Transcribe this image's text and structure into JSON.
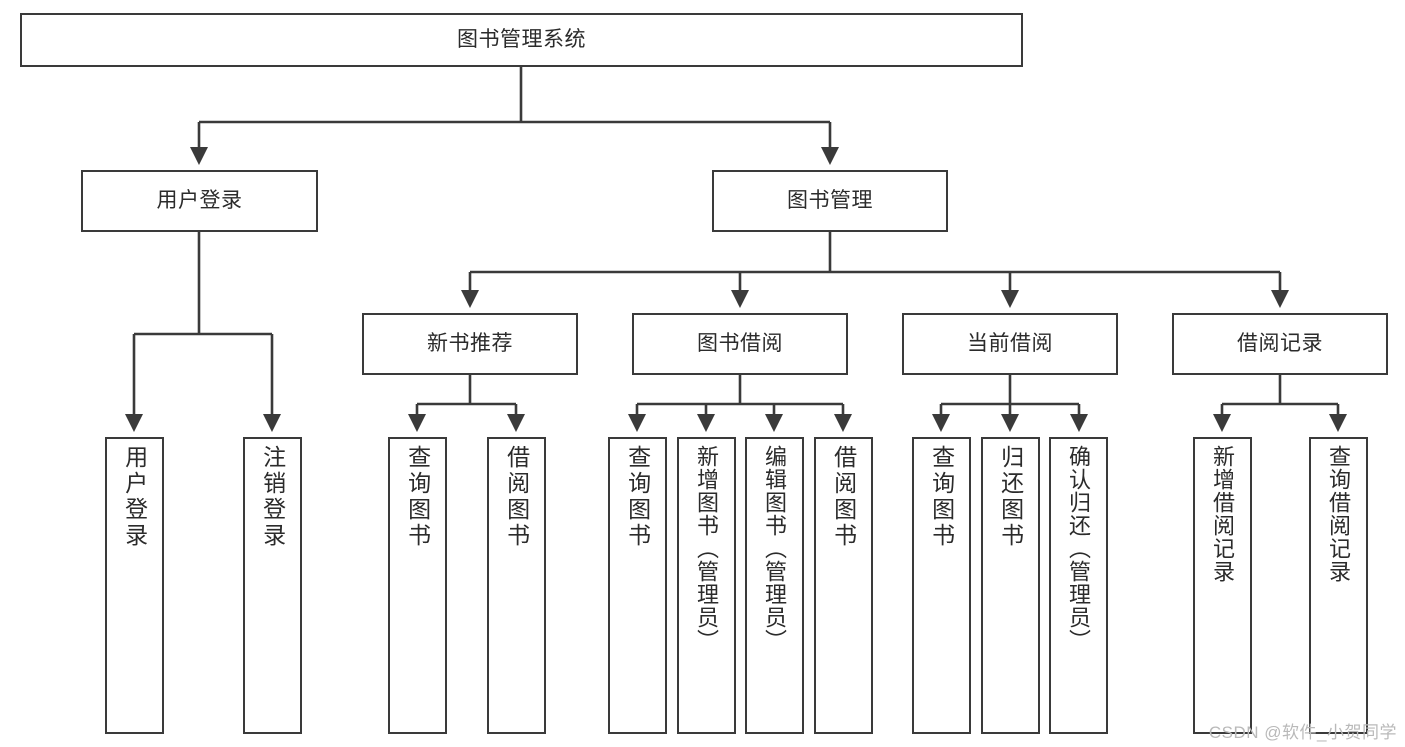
{
  "diagram": {
    "title": "图书管理系统",
    "type": "tree-hierarchy",
    "watermark": "CSDN @软件_小贺同学",
    "colors": {
      "stroke": "#3a3a3a",
      "fill": "#ffffff",
      "text": "#2b2b2b",
      "watermark": "#b9b9b9"
    },
    "root": {
      "label": "图书管理系统"
    },
    "level1": [
      {
        "label": "用户登录"
      },
      {
        "label": "图书管理"
      }
    ],
    "level2": [
      {
        "label": "新书推荐",
        "parent": "图书管理"
      },
      {
        "label": "图书借阅",
        "parent": "图书管理"
      },
      {
        "label": "当前借阅",
        "parent": "图书管理"
      },
      {
        "label": "借阅记录",
        "parent": "图书管理"
      }
    ],
    "leaves": {
      "user_login": [
        {
          "label": "用户登录"
        },
        {
          "label": "注销登录"
        }
      ],
      "new_book": [
        {
          "label": "查询图书"
        },
        {
          "label": "借阅图书"
        }
      ],
      "book_borrow": [
        {
          "label": "查询图书"
        },
        {
          "label": "新增图书（管理员）"
        },
        {
          "label": "编辑图书（管理员）"
        },
        {
          "label": "借阅图书"
        }
      ],
      "current_borrow": [
        {
          "label": "查询图书"
        },
        {
          "label": "归还图书"
        },
        {
          "label": "确认归还（管理员）"
        }
      ],
      "borrow_record": [
        {
          "label": "新增借阅记录"
        },
        {
          "label": "查询借阅记录"
        }
      ]
    }
  }
}
